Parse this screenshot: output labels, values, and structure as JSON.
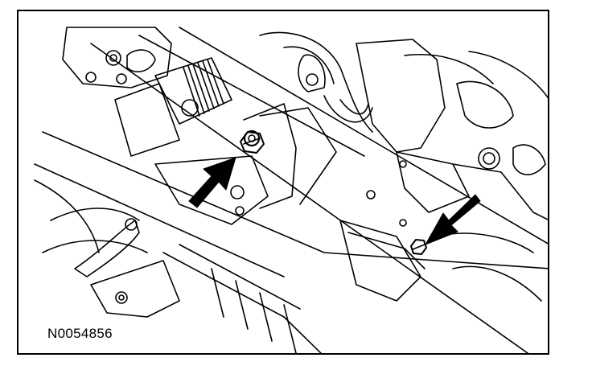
{
  "figure": {
    "reference_code": "N0054856",
    "line_color": "#000000",
    "background_color": "#ffffff",
    "arrow_color": "#000000",
    "callouts": [
      {
        "name": "upper-bolt-arrow",
        "points_to": "upper-mount-bolt"
      },
      {
        "name": "lower-bolt-arrow",
        "points_to": "lower-mount-bolt"
      }
    ]
  }
}
